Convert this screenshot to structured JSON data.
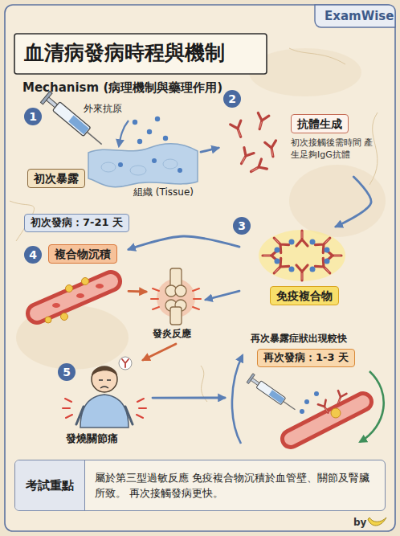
{
  "diagram": {
    "title": "血清病發病時程與機制",
    "nodes": [
      {
        "text": [
          "外來抗原",
          "初次暴露",
          "組織 (Tissue)"
        ]
      },
      {
        "text": [
          "初次發病：7-21 天"
        ]
      },
      {
        "text": [
          "抗體生成",
          "初次接觸後需時間 產生足夠IgG抗體"
        ]
      },
      {
        "text": [
          "免疫複合物"
        ]
      },
      {
        "text": [
          "複合物沉積"
        ]
      },
      {
        "text": [
          "發炎反應"
        ]
      },
      {
        "text": [
          "發燒關節痛"
        ]
      },
      {
        "text": [
          "再次暴露症狀出現較快",
          "再次發病：1-3 天"
        ]
      },
      {
        "text": [
          "考試重點",
          "屬於第三型過敏反應 免疫複合物沉積於血管壁、關節及腎臟所致。 再次接觸發病更快。"
        ]
      }
    ],
    "edges": [
      {
        "from": 0,
        "to": 2,
        "arrow": "to"
      },
      {
        "from": 2,
        "to": 3,
        "arrow": "to"
      },
      {
        "from": 3,
        "to": 4,
        "arrow": "to"
      },
      {
        "from": 3,
        "to": 5,
        "arrow": "to"
      },
      {
        "from": 4,
        "to": 5,
        "arrow": "to"
      },
      {
        "from": 5,
        "to": 6,
        "arrow": "to"
      },
      {
        "from": 6,
        "to": 7,
        "arrow": "to"
      }
    ],
    "labels": [
      "ExamWise",
      "Mechanism (病理機制與藥理作用)",
      "1",
      "2",
      "3",
      "4",
      "5",
      "by"
    ]
  }
}
